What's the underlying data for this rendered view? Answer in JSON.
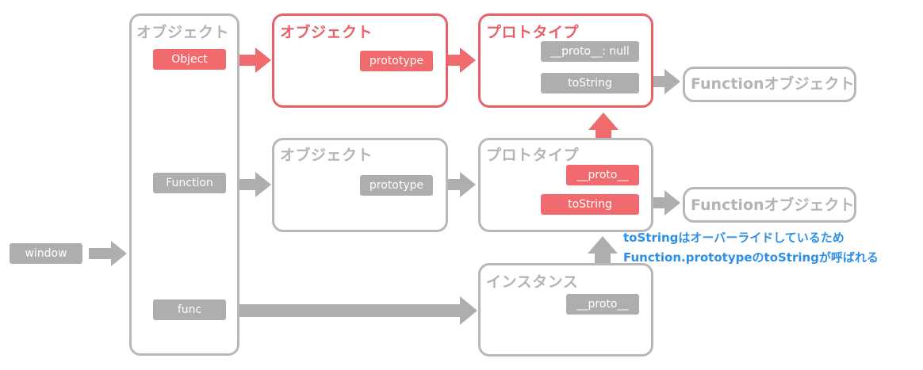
{
  "colors": {
    "gray": "#aeaeae",
    "red": "#f06a6e",
    "note": "#2d8fe6"
  },
  "window_label": "window",
  "global_box": {
    "title": "オブジェクト",
    "items": [
      "Object",
      "Function",
      "func"
    ]
  },
  "object_obj": {
    "title": "オブジェクト",
    "prototype": "prototype"
  },
  "object_proto": {
    "title": "プロトタイプ",
    "proto_null": "__proto__: null",
    "tostring": "toString"
  },
  "function_obj": {
    "title": "オブジェクト",
    "prototype": "prototype"
  },
  "function_proto": {
    "title": "プロトタイプ",
    "proto": "__proto__",
    "tostring": "toString"
  },
  "instance": {
    "title": "インスタンス",
    "proto": "__proto__"
  },
  "function_object_label": "Functionオブジェクト",
  "note": {
    "line1": "toStringはオーバーライドしているため",
    "line2": "Function.prototypeのtoStringが呼ばれる"
  }
}
